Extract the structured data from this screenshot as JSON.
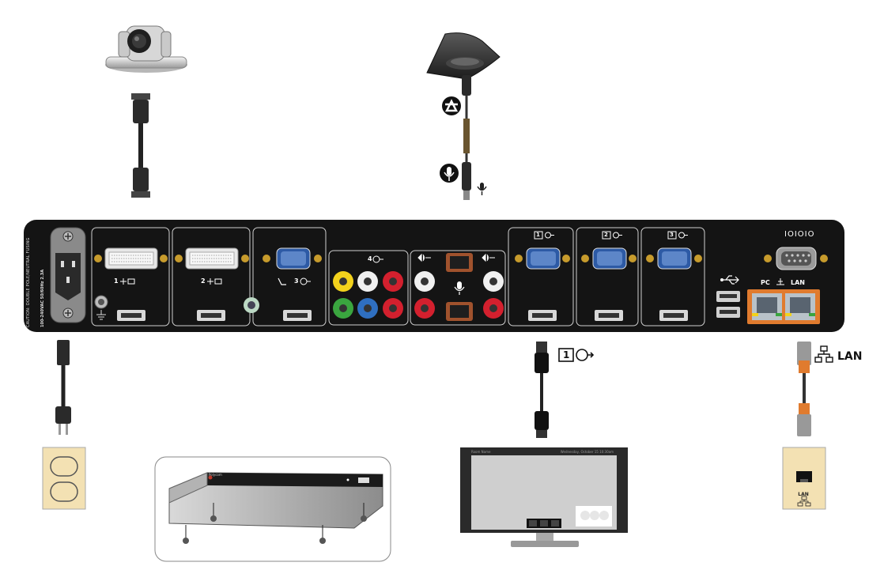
{
  "panel": {
    "caution_text": "CAUTION: DOUBLE POLE/NEUTRAL FUSING",
    "power_rating": "100-240VAC 50/60Hz 2.3A",
    "dvi1_label": "1",
    "dvi2_label": "2",
    "vga3_label": "3",
    "component4_label": "4",
    "out1_label": "1",
    "out2_label": "2",
    "out3_label": "3",
    "serial_label": "IOIOIO",
    "pc_label": "PC",
    "lan_label": "LAN"
  },
  "callouts": {
    "monitor_output_num": "1",
    "lan_label": "LAN",
    "wall_jack_label": "LAN"
  },
  "monitor": {
    "header_left": "Room Name",
    "header_right": "Wednesday, October 15    10:30am"
  },
  "chassis": {
    "brand": "Polycom"
  },
  "colors": {
    "panel": "#141414",
    "panel_border": "#cfcfcf",
    "lan_orange": "#e07b2e",
    "rca_yellow": "#f2d21c",
    "rca_red": "#d3202e",
    "rca_green": "#3aa53f",
    "rca_blue": "#2f6fc0",
    "outlet_beige": "#f3e1b3",
    "monitor_screen": "#cfcfcf"
  }
}
